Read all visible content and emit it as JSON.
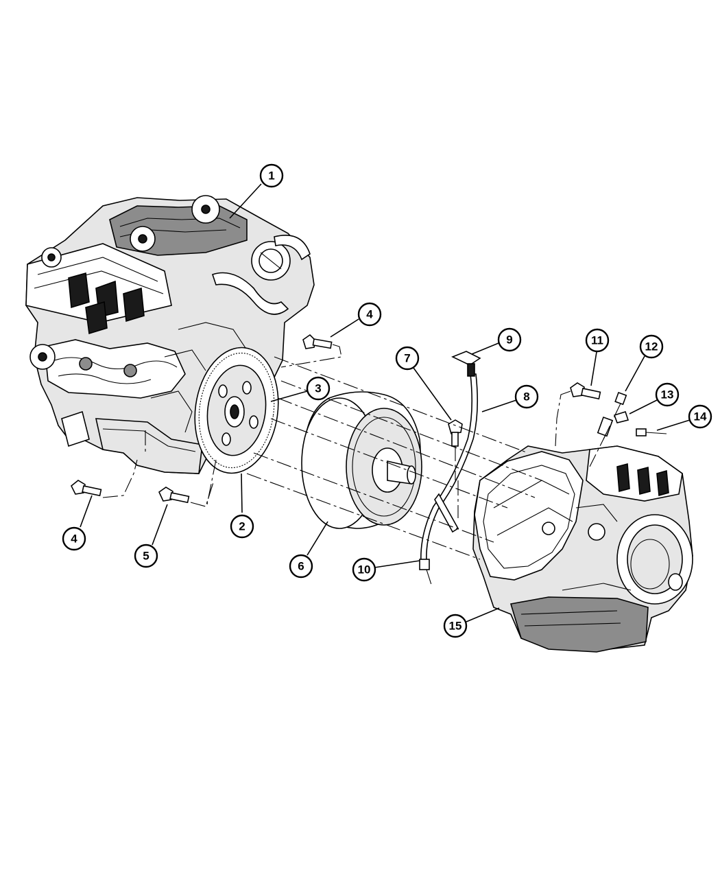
{
  "diagram": {
    "callouts": [
      {
        "id": "c1",
        "number": "1"
      },
      {
        "id": "c2",
        "number": "2"
      },
      {
        "id": "c3",
        "number": "3"
      },
      {
        "id": "c4a",
        "number": "4"
      },
      {
        "id": "c4b",
        "number": "4"
      },
      {
        "id": "c5",
        "number": "5"
      },
      {
        "id": "c6",
        "number": "6"
      },
      {
        "id": "c7",
        "number": "7"
      },
      {
        "id": "c8",
        "number": "8"
      },
      {
        "id": "c9",
        "number": "9"
      },
      {
        "id": "c10",
        "number": "10"
      },
      {
        "id": "c11",
        "number": "11"
      },
      {
        "id": "c12",
        "number": "12"
      },
      {
        "id": "c13",
        "number": "13"
      },
      {
        "id": "c14",
        "number": "14"
      },
      {
        "id": "c15",
        "number": "15"
      }
    ]
  },
  "colors": {
    "ink": "#000000",
    "paper": "#ffffff"
  }
}
